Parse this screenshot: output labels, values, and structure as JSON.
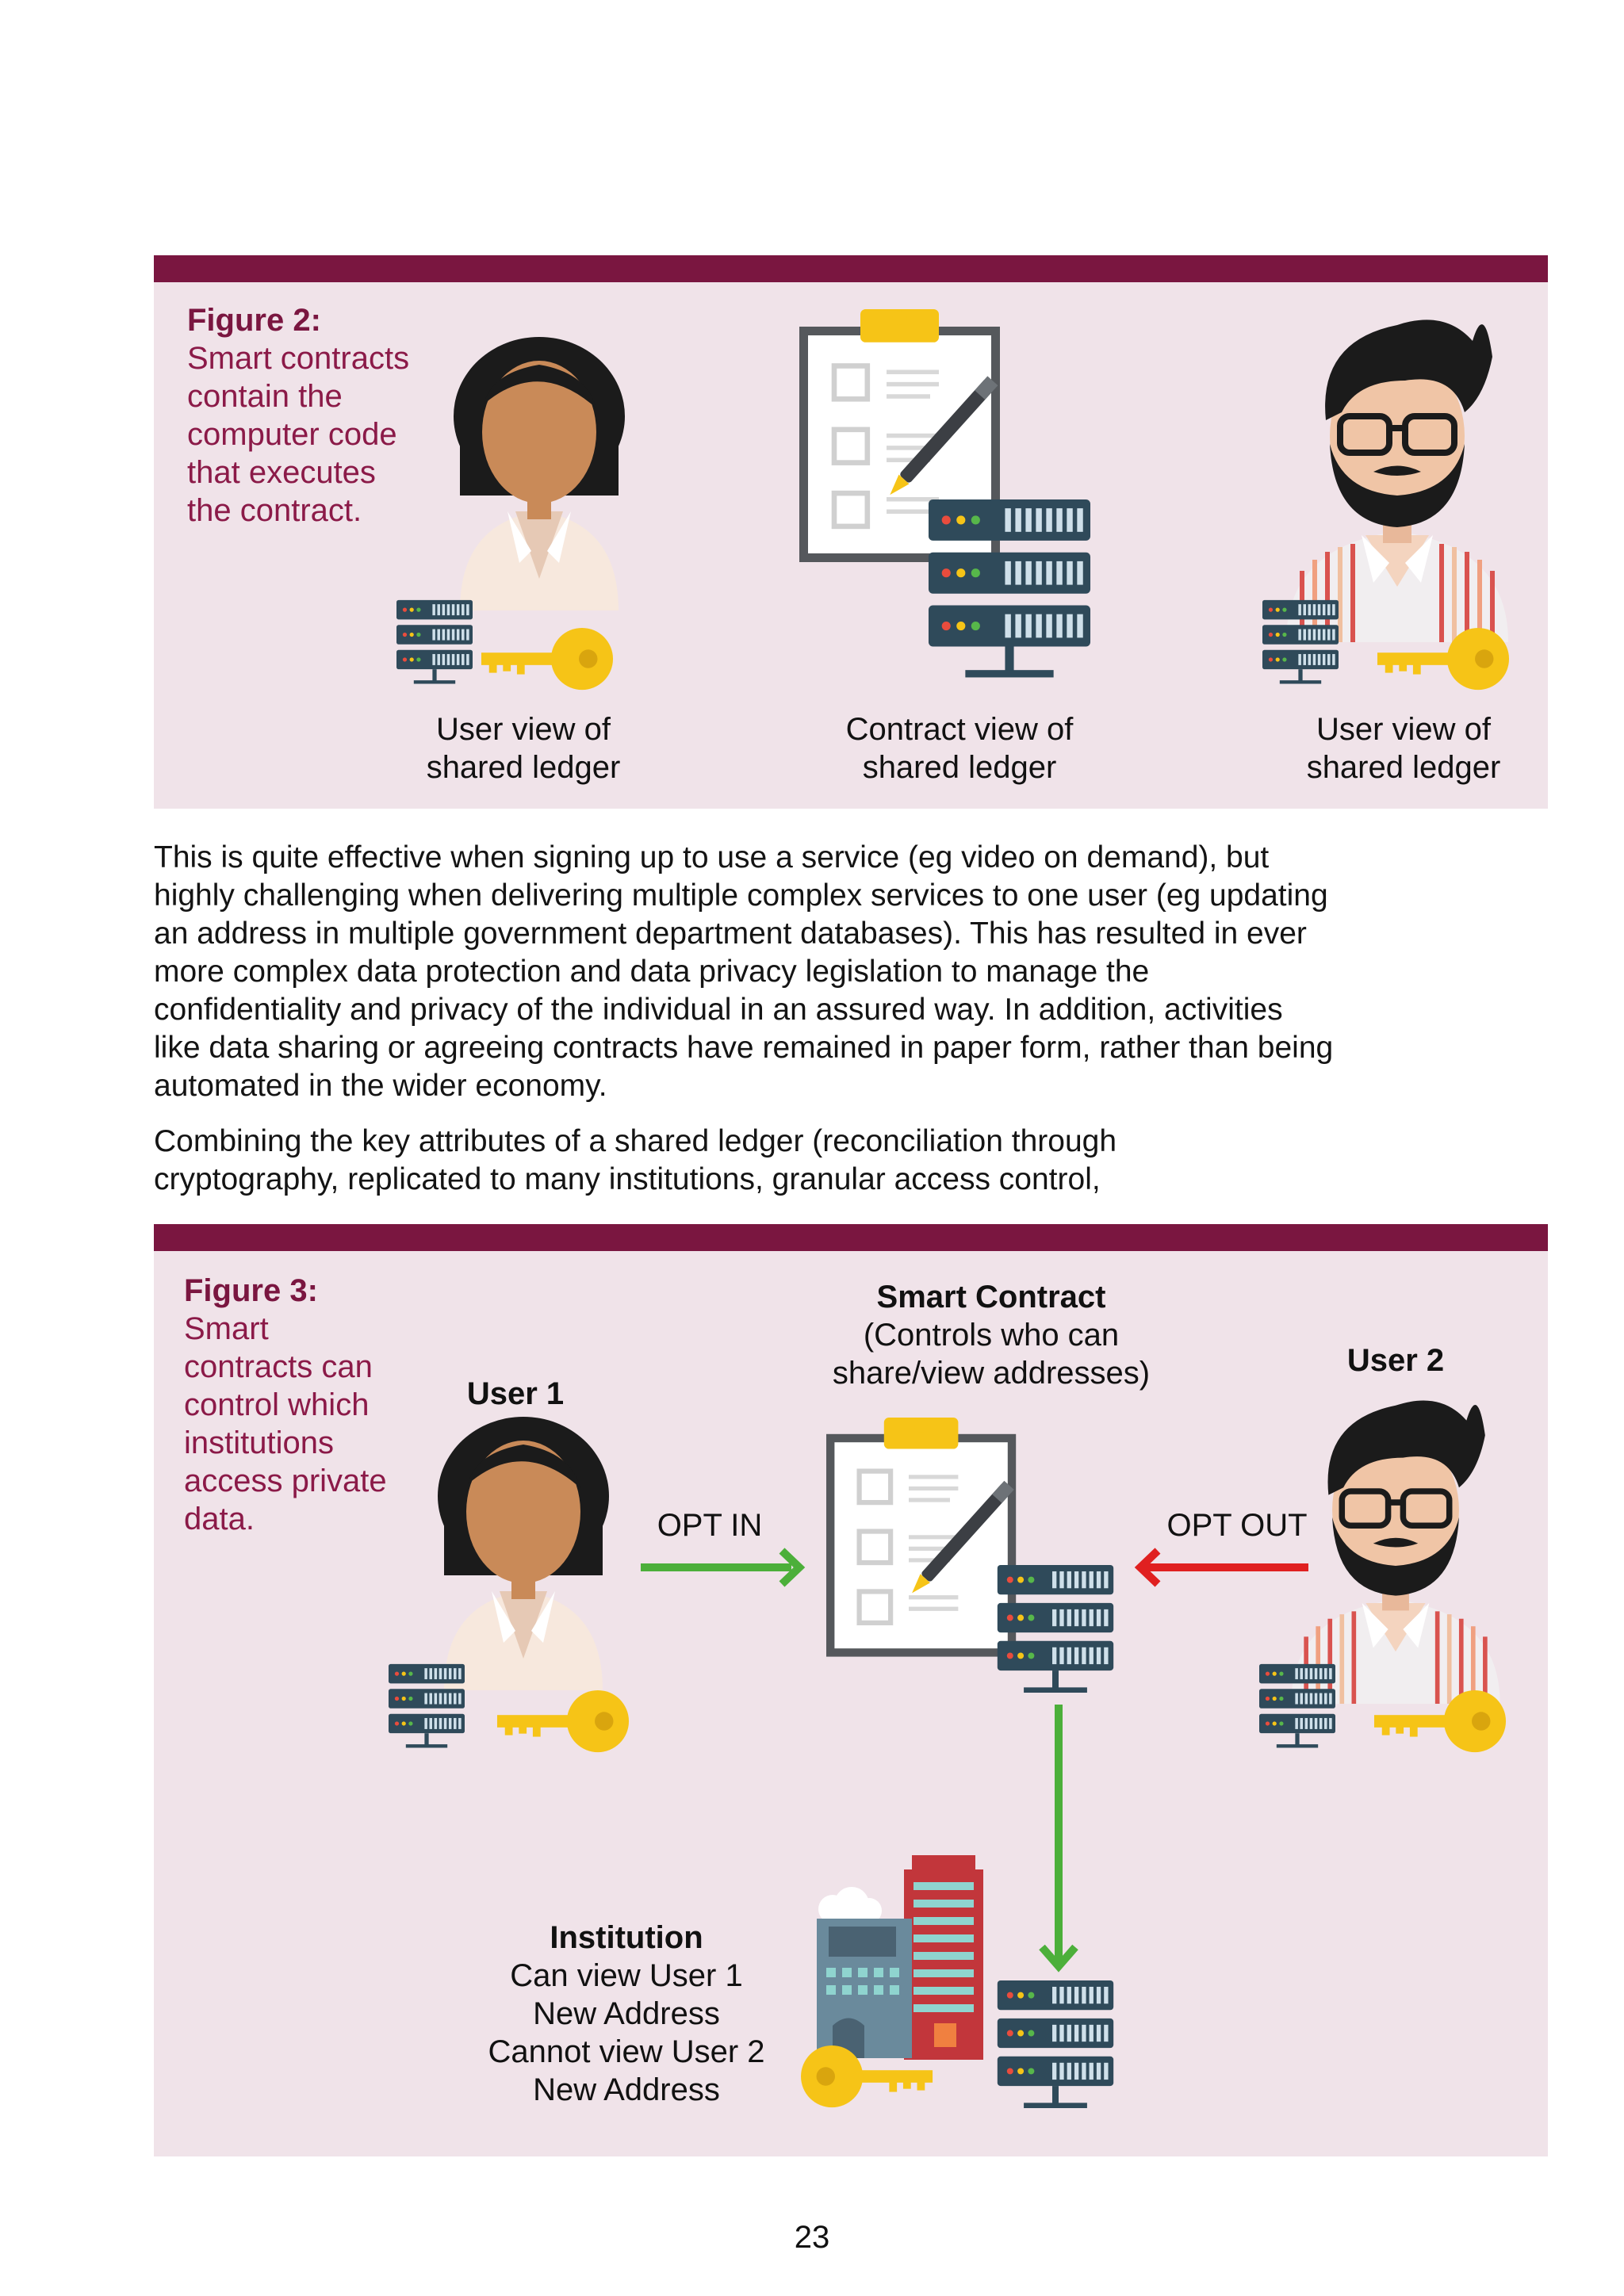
{
  "figure2": {
    "title": "Figure 2:",
    "caption": "Smart contracts\ncontain the\ncomputer code\nthat executes\nthe contract.",
    "label_user_left": "User view of\nshared ledger",
    "label_contract": "Contract view of\nshared ledger",
    "label_user_right": "User view of\nshared ledger"
  },
  "body": {
    "paragraph1": "This is quite effective when signing up to use a service (eg video on demand), but highly challenging when delivering multiple complex services to one user (eg updating an address in multiple government department databases). This has resulted in ever more complex data protection and data privacy legislation to manage the confidentiality and privacy of the individual in an assured way. In addition, activities like data sharing or agreeing contracts have remained in paper form, rather than being automated in the wider economy.",
    "paragraph2": "Combining the key attributes of a shared ledger (reconciliation through cryptography, replicated to many institutions, granular access control,"
  },
  "figure3": {
    "title": "Figure 3:",
    "caption": "Smart\ncontracts can\ncontrol which\ninstitutions\naccess private\ndata.",
    "user1_label": "User 1",
    "user2_label": "User 2",
    "smart_contract_title": "Smart Contract",
    "smart_contract_desc": "(Controls who can\nshare/view addresses)",
    "opt_in": "OPT IN",
    "opt_out": "OPT OUT",
    "institution_title": "Institution",
    "institution_desc": "Can view User 1\nNew Address\nCannot view User 2\nNew Address"
  },
  "page_number": "23",
  "colors": {
    "accent": "#7a1640",
    "panel": "#f0e3e9",
    "opt_in_arrow": "#4caf3a",
    "opt_out_arrow": "#e02020",
    "key": "#f6c417",
    "server": "#2f4a5a"
  },
  "icons": [
    "woman-avatar-icon",
    "man-avatar-icon",
    "clipboard-contract-icon",
    "server-rack-icon",
    "key-icon",
    "institution-building-icon",
    "arrow-right-icon",
    "arrow-left-icon",
    "arrow-down-icon"
  ]
}
